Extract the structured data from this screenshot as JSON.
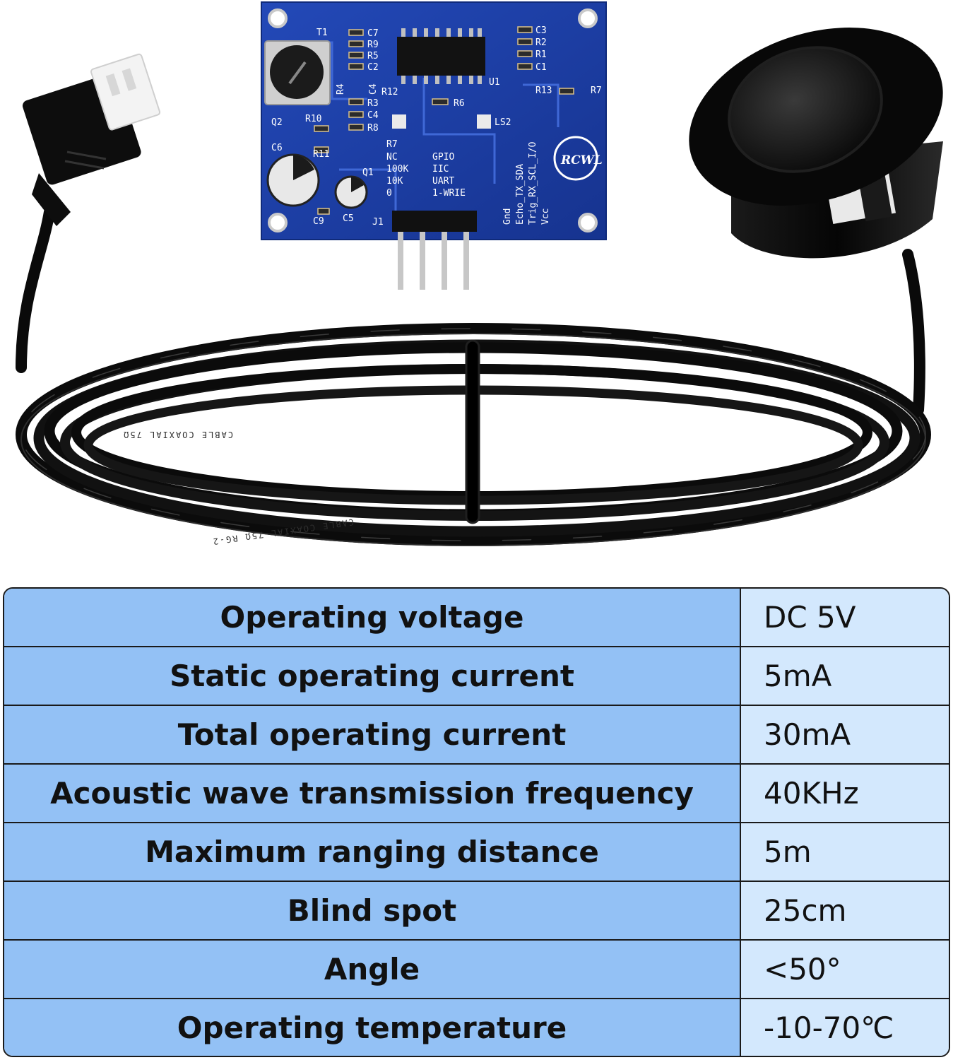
{
  "board": {
    "silkscreen": {
      "t1": "T1",
      "c7": "C7",
      "r9": "R9",
      "r5": "R5",
      "c2": "C2",
      "c3": "C3",
      "r2": "R2",
      "r1": "R1",
      "c1": "C1",
      "r4": "R4",
      "c4a": "C4",
      "r12": "R12",
      "r6": "R6",
      "u1": "U1",
      "r13": "R13",
      "r7a": "R7",
      "r3": "R3",
      "c4": "C4",
      "r8": "R8",
      "q2": "Q2",
      "r10": "R10",
      "c6": "C6",
      "r11": "R11",
      "ls2": "LS2",
      "q1": "Q1",
      "c9": "C9",
      "c5": "C5",
      "j1": "J1"
    },
    "mode_table": {
      "r7": "R7",
      "nc": "NC",
      "r100k": "100K",
      "r10k": "10K",
      "r0": "0",
      "gpio": "GPIO",
      "iic": "IIC",
      "uart": "UART",
      "wire": "1-WRIE"
    },
    "pins": [
      "Gnd",
      "Echo_TX_SDA",
      "Trig_RX_SCL_I/O",
      "Vcc"
    ],
    "extra_trace": "_I/O",
    "logo": "RCWL"
  },
  "cable": {
    "print_upper": "CABLE   COAXIAL   75Ω",
    "print_lower": "CABLE   COAXIAL   75Ω   RG-2"
  },
  "specs": [
    {
      "param": "Operating voltage",
      "value": "DC 5V"
    },
    {
      "param": "Static operating current",
      "value": "5mA"
    },
    {
      "param": "Total operating current",
      "value": "30mA"
    },
    {
      "param": "Acoustic wave transmission frequency",
      "value": "40KHz"
    },
    {
      "param": "Maximum ranging distance",
      "value": "5m"
    },
    {
      "param": "Blind spot",
      "value": "25cm"
    },
    {
      "param": "Angle",
      "value": "<50°"
    },
    {
      "param": "Operating temperature",
      "value": "-10-70℃"
    }
  ],
  "colors": {
    "pcb": "#1c3fa6",
    "param_cell": "#93c1f5",
    "value_cell": "#d3e8fd",
    "border": "#1a1a1a"
  }
}
